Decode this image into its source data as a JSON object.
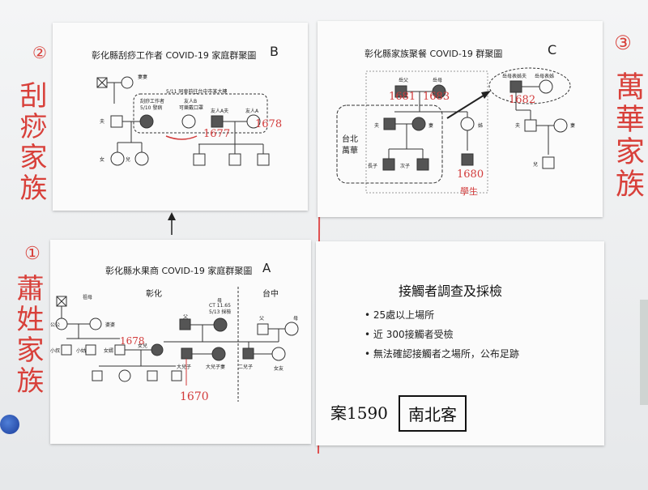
{
  "labels": {
    "circle_1": "①",
    "circle_2": "②",
    "circle_3": "③",
    "family_1": "蕭姓家族",
    "family_2": "刮痧家族",
    "family_3": "萬華家族"
  },
  "sheet_b": {
    "title": "彰化縣刮痧工作者 COVID-19 家庭群聚圖",
    "letter": "B",
    "note": "5/11 同車前往台中市某大樓",
    "wife": "妻妻",
    "husband": "夫",
    "worker": "刮痧工作者",
    "worker_dates": "5/10 發病",
    "friend_b": "友人B",
    "friend_b_note": "可樂戴口罩",
    "friend_a_husband": "友人A夫",
    "friend_a": "友人A",
    "daughter": "女",
    "son": "兒",
    "case_1677": "1677",
    "case_1678": "1678"
  },
  "sheet_c": {
    "title": "彰化縣家族聚餐 COVID-19 群聚圖",
    "letter": "C",
    "grandfather": "岳父",
    "grandmother": "岳母",
    "husband": "夫",
    "wife": "妻",
    "sister": "姊",
    "taipei_label": "台北\n萬華",
    "eldest_son": "長子",
    "second_son": "次子",
    "cousin_husband": "岳母表姊夫",
    "cousin": "岳母表姊",
    "husband_r": "夫",
    "wife_r": "妻",
    "son_r": "兒",
    "case_1681": "1681",
    "case_1683": "1683",
    "case_1682": "1682",
    "case_1680": "1680",
    "student": "學生"
  },
  "sheet_a": {
    "title": "彰化縣水果商 COVID-19 家庭群聚圖",
    "letter": "A",
    "region_left": "彰化",
    "region_right": "台中",
    "grandmother": "祖母",
    "grandfather": "公公",
    "wife": "婆婆",
    "small_aunt": "小叔",
    "small_aunt2": "小姑",
    "daughter_in_law": "女婿",
    "daughter": "女兒",
    "father": "父",
    "mother": "母",
    "mother_note": "CT 11.65\n5/13 採檢",
    "eldest_son": "大兒子",
    "eldest_son_wife": "大兒子妻",
    "second_son": "二兒子",
    "father_r": "父",
    "mother_r": "母",
    "girlfriend": "女友",
    "case_1678": "1678",
    "case_1670": "1670"
  },
  "sheet_d": {
    "title": "接觸者調查及採檢",
    "bullets": [
      "25處以上場所",
      "近 300接觸者受檢",
      "無法確認接觸者之場所，公布足跡"
    ],
    "case_note": "案1590",
    "boxed_note": "南北客"
  }
}
